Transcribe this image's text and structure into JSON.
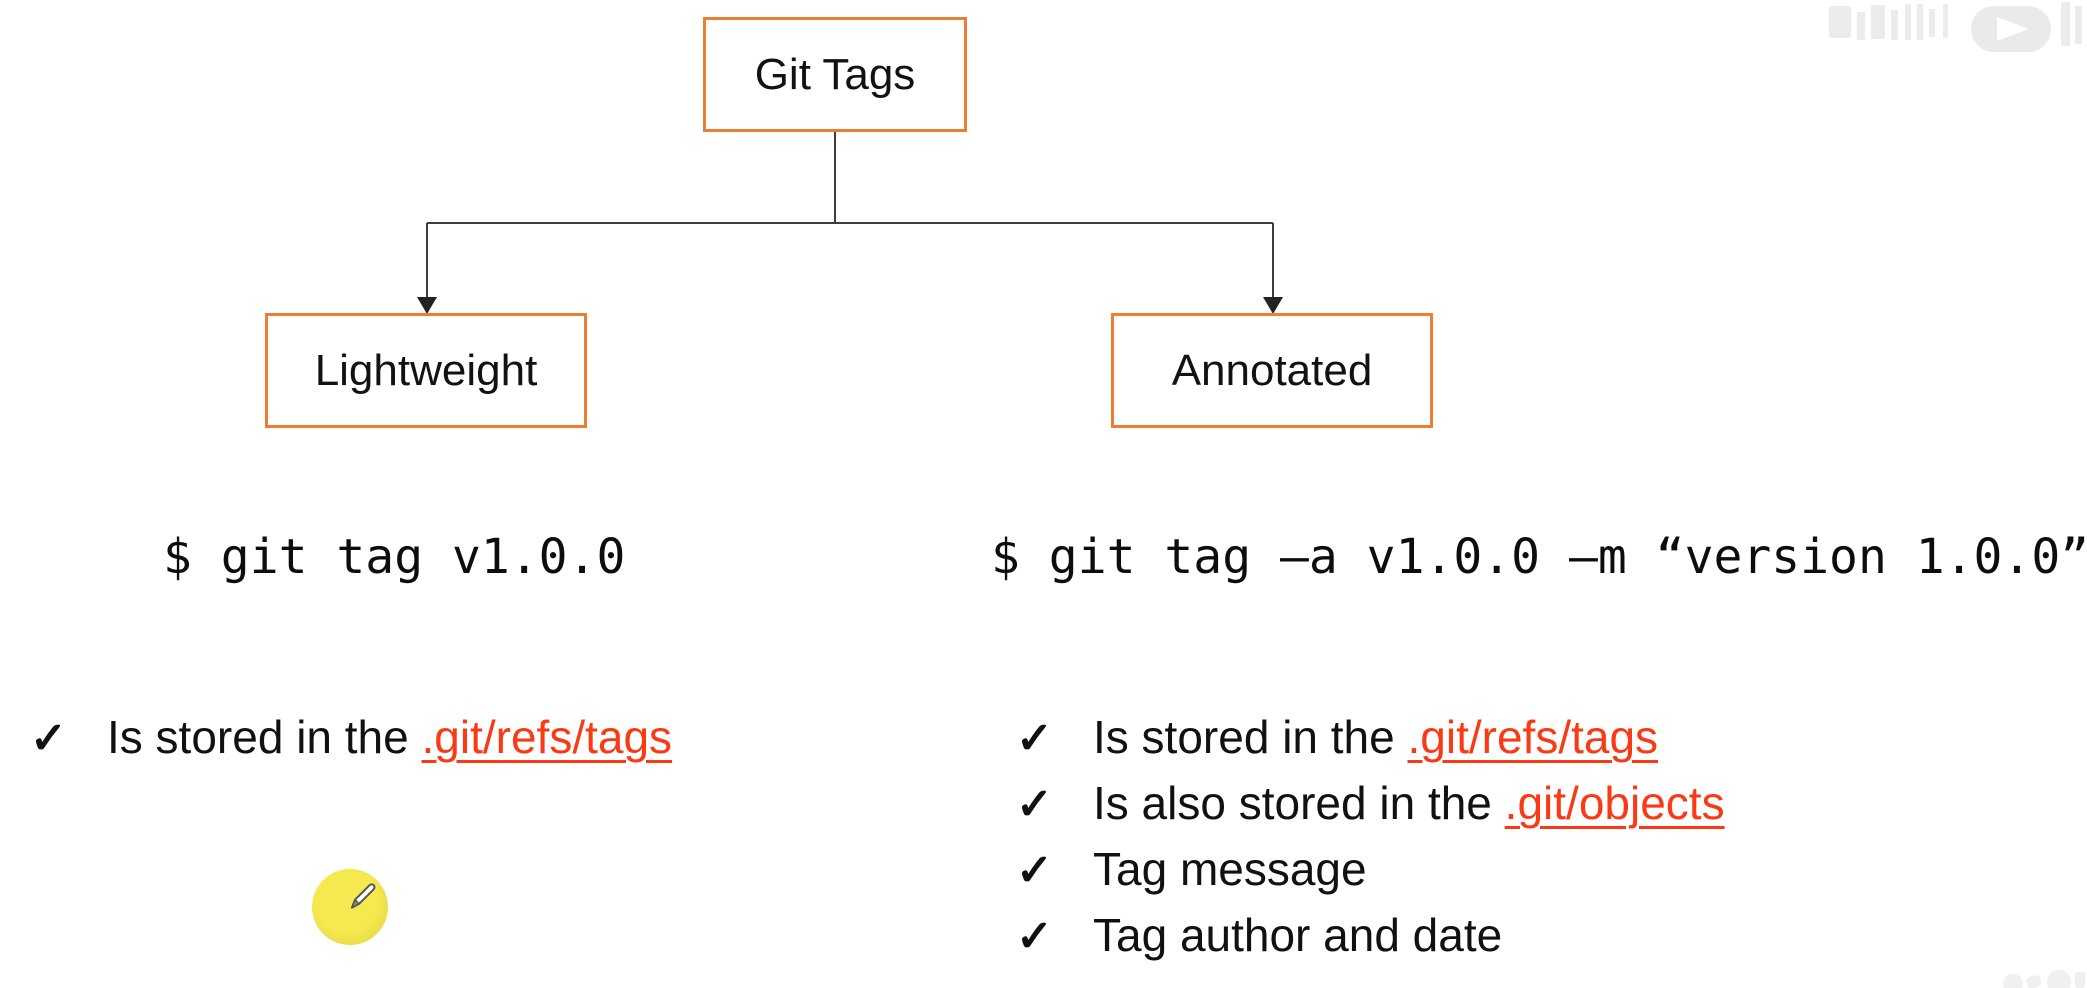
{
  "colors": {
    "box_border": "#ED7D31",
    "connector": "#3d3d3d",
    "link_red": "#FA3A15",
    "cursor_yellow": "#F6E94F"
  },
  "icons": {
    "check": "✓",
    "pencil": "pencil-icon"
  },
  "diagram": {
    "root": {
      "label": "Git Tags"
    },
    "left": {
      "label": "Lightweight",
      "command": "$ git tag v1.0.0",
      "bullets": [
        {
          "text": "Is stored in the ",
          "link": ".git/refs/tags"
        }
      ]
    },
    "right": {
      "label": "Annotated",
      "command": "$ git tag –a v1.0.0 –m “version 1.0.0”",
      "bullets": [
        {
          "text": "Is stored in the ",
          "link": ".git/refs/tags"
        },
        {
          "text": "Is also stored in the ",
          "link": ".git/objects"
        },
        {
          "text": "Tag message",
          "link": ""
        },
        {
          "text": "Tag author and date",
          "link": ""
        }
      ]
    }
  }
}
